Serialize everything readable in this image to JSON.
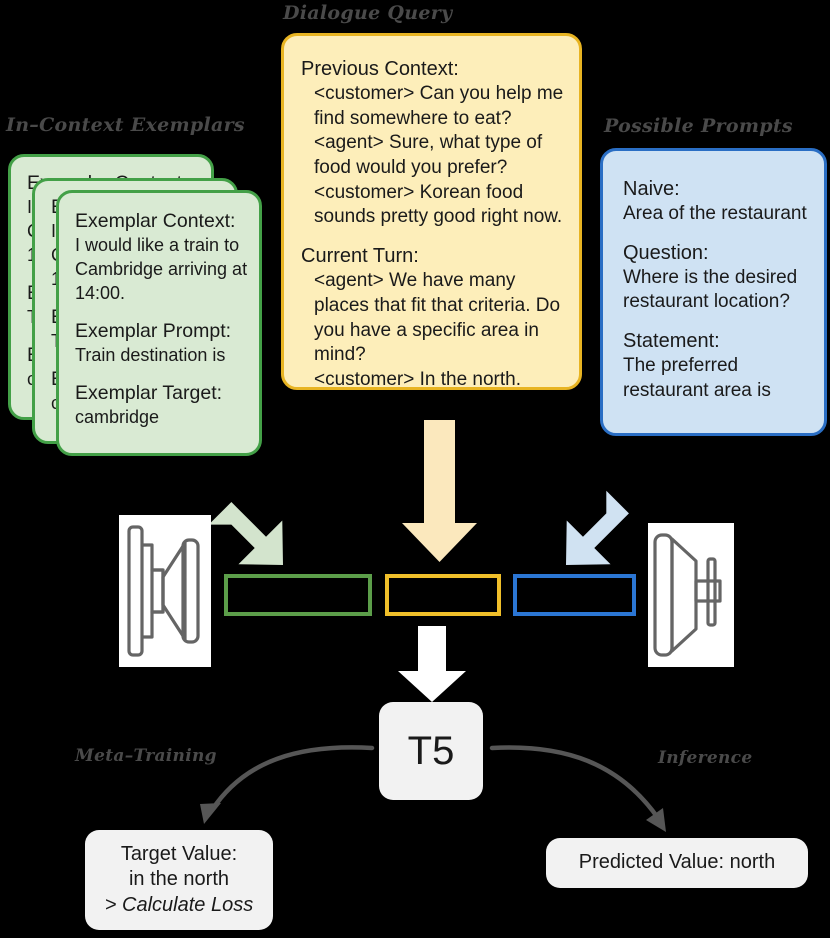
{
  "captions": {
    "in_context_exemplars": "In–Context Exemplars",
    "dialogue_query": "Dialogue Query",
    "possible_prompts": "Possible Prompts",
    "meta_training": "Meta–Training",
    "inference": "Inference"
  },
  "exemplar": {
    "context_label": "Exemplar Context:",
    "context_value": "I would like a train to Cambridge arriving at 14:00.",
    "prompt_label": "Exemplar Prompt:",
    "prompt_value": "Train destination is",
    "target_label": "Exemplar Target:",
    "target_value": "cambridge"
  },
  "dialogue": {
    "previous_context_label": "Previous Context:",
    "previous_context_turns": [
      "<customer> Can you help me find somewhere to eat?",
      "<agent> Sure, what type of food would you prefer?",
      "<customer> Korean food sounds pretty good right now."
    ],
    "current_turn_label": "Current Turn:",
    "current_turn_turns": [
      "<agent> We have many places that fit that criteria.  Do you have a specific area in mind?",
      "<customer> In the north."
    ]
  },
  "prompts": {
    "naive_label": "Naive:",
    "naive_value": "Area of the restaurant",
    "question_label": "Question:",
    "question_value": "Where is the desired restaurant location?",
    "statement_label": "Statement:",
    "statement_value": "The preferred restaurant area is"
  },
  "model": {
    "name": "T5",
    "encoder_icon": "encoder-funnel-icon",
    "decoder_icon": "decoder-funnel-icon"
  },
  "outcomes": {
    "target_label": "Target Value:",
    "target_value": "in the north",
    "target_action": "> Calculate Loss",
    "predicted": "Predicted Value: north"
  },
  "colors": {
    "exemplar_fill": "#d9ead3",
    "exemplar_border": "#43a047",
    "dialogue_fill": "#fdeeba",
    "dialogue_border": "#e8b422",
    "prompts_fill": "#cfe2f3",
    "prompts_border": "#2a6ec4",
    "bar_green": "#5c9e4a",
    "bar_yellow": "#f0bf2a",
    "bar_blue": "#2b76d4",
    "arrow_green": "#d3e4cd",
    "arrow_yellow": "#fbe8bd",
    "arrow_blue": "#d0e2f2",
    "arrow_white": "#ffffff",
    "node_fill": "#f2f2f2",
    "background": "#000000",
    "caption_text": "#4a4a4a"
  }
}
